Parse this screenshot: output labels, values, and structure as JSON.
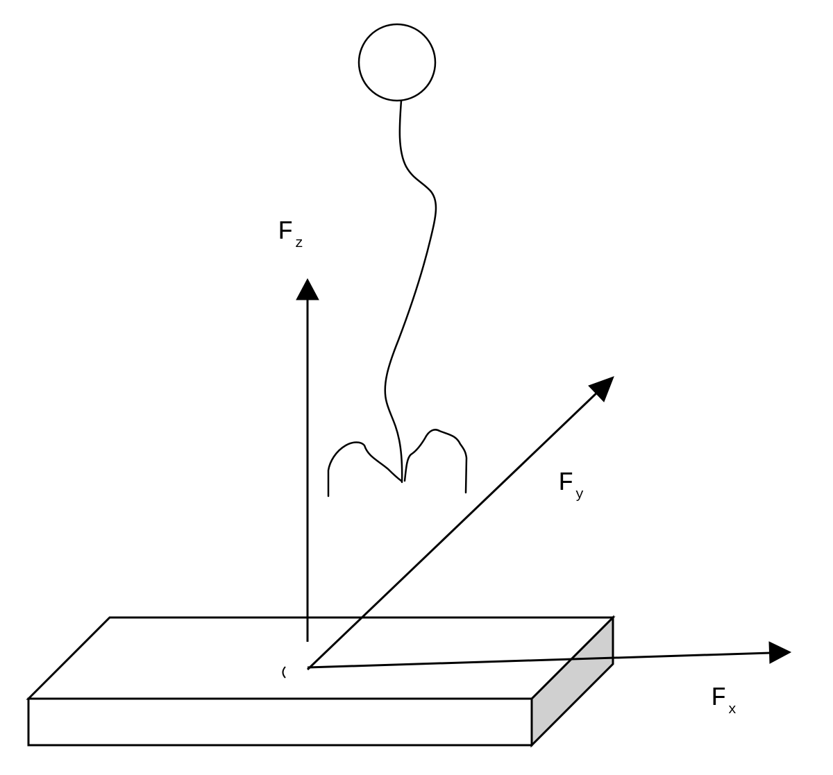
{
  "labels": {
    "fz": {
      "main": "F",
      "sub": "z"
    },
    "fy": {
      "main": "F",
      "sub": "y"
    },
    "fx": {
      "main": "F",
      "sub": "x"
    }
  },
  "colors": {
    "stroke": "#000000",
    "plate_side": "#d0d0d0",
    "background": "#ffffff"
  }
}
